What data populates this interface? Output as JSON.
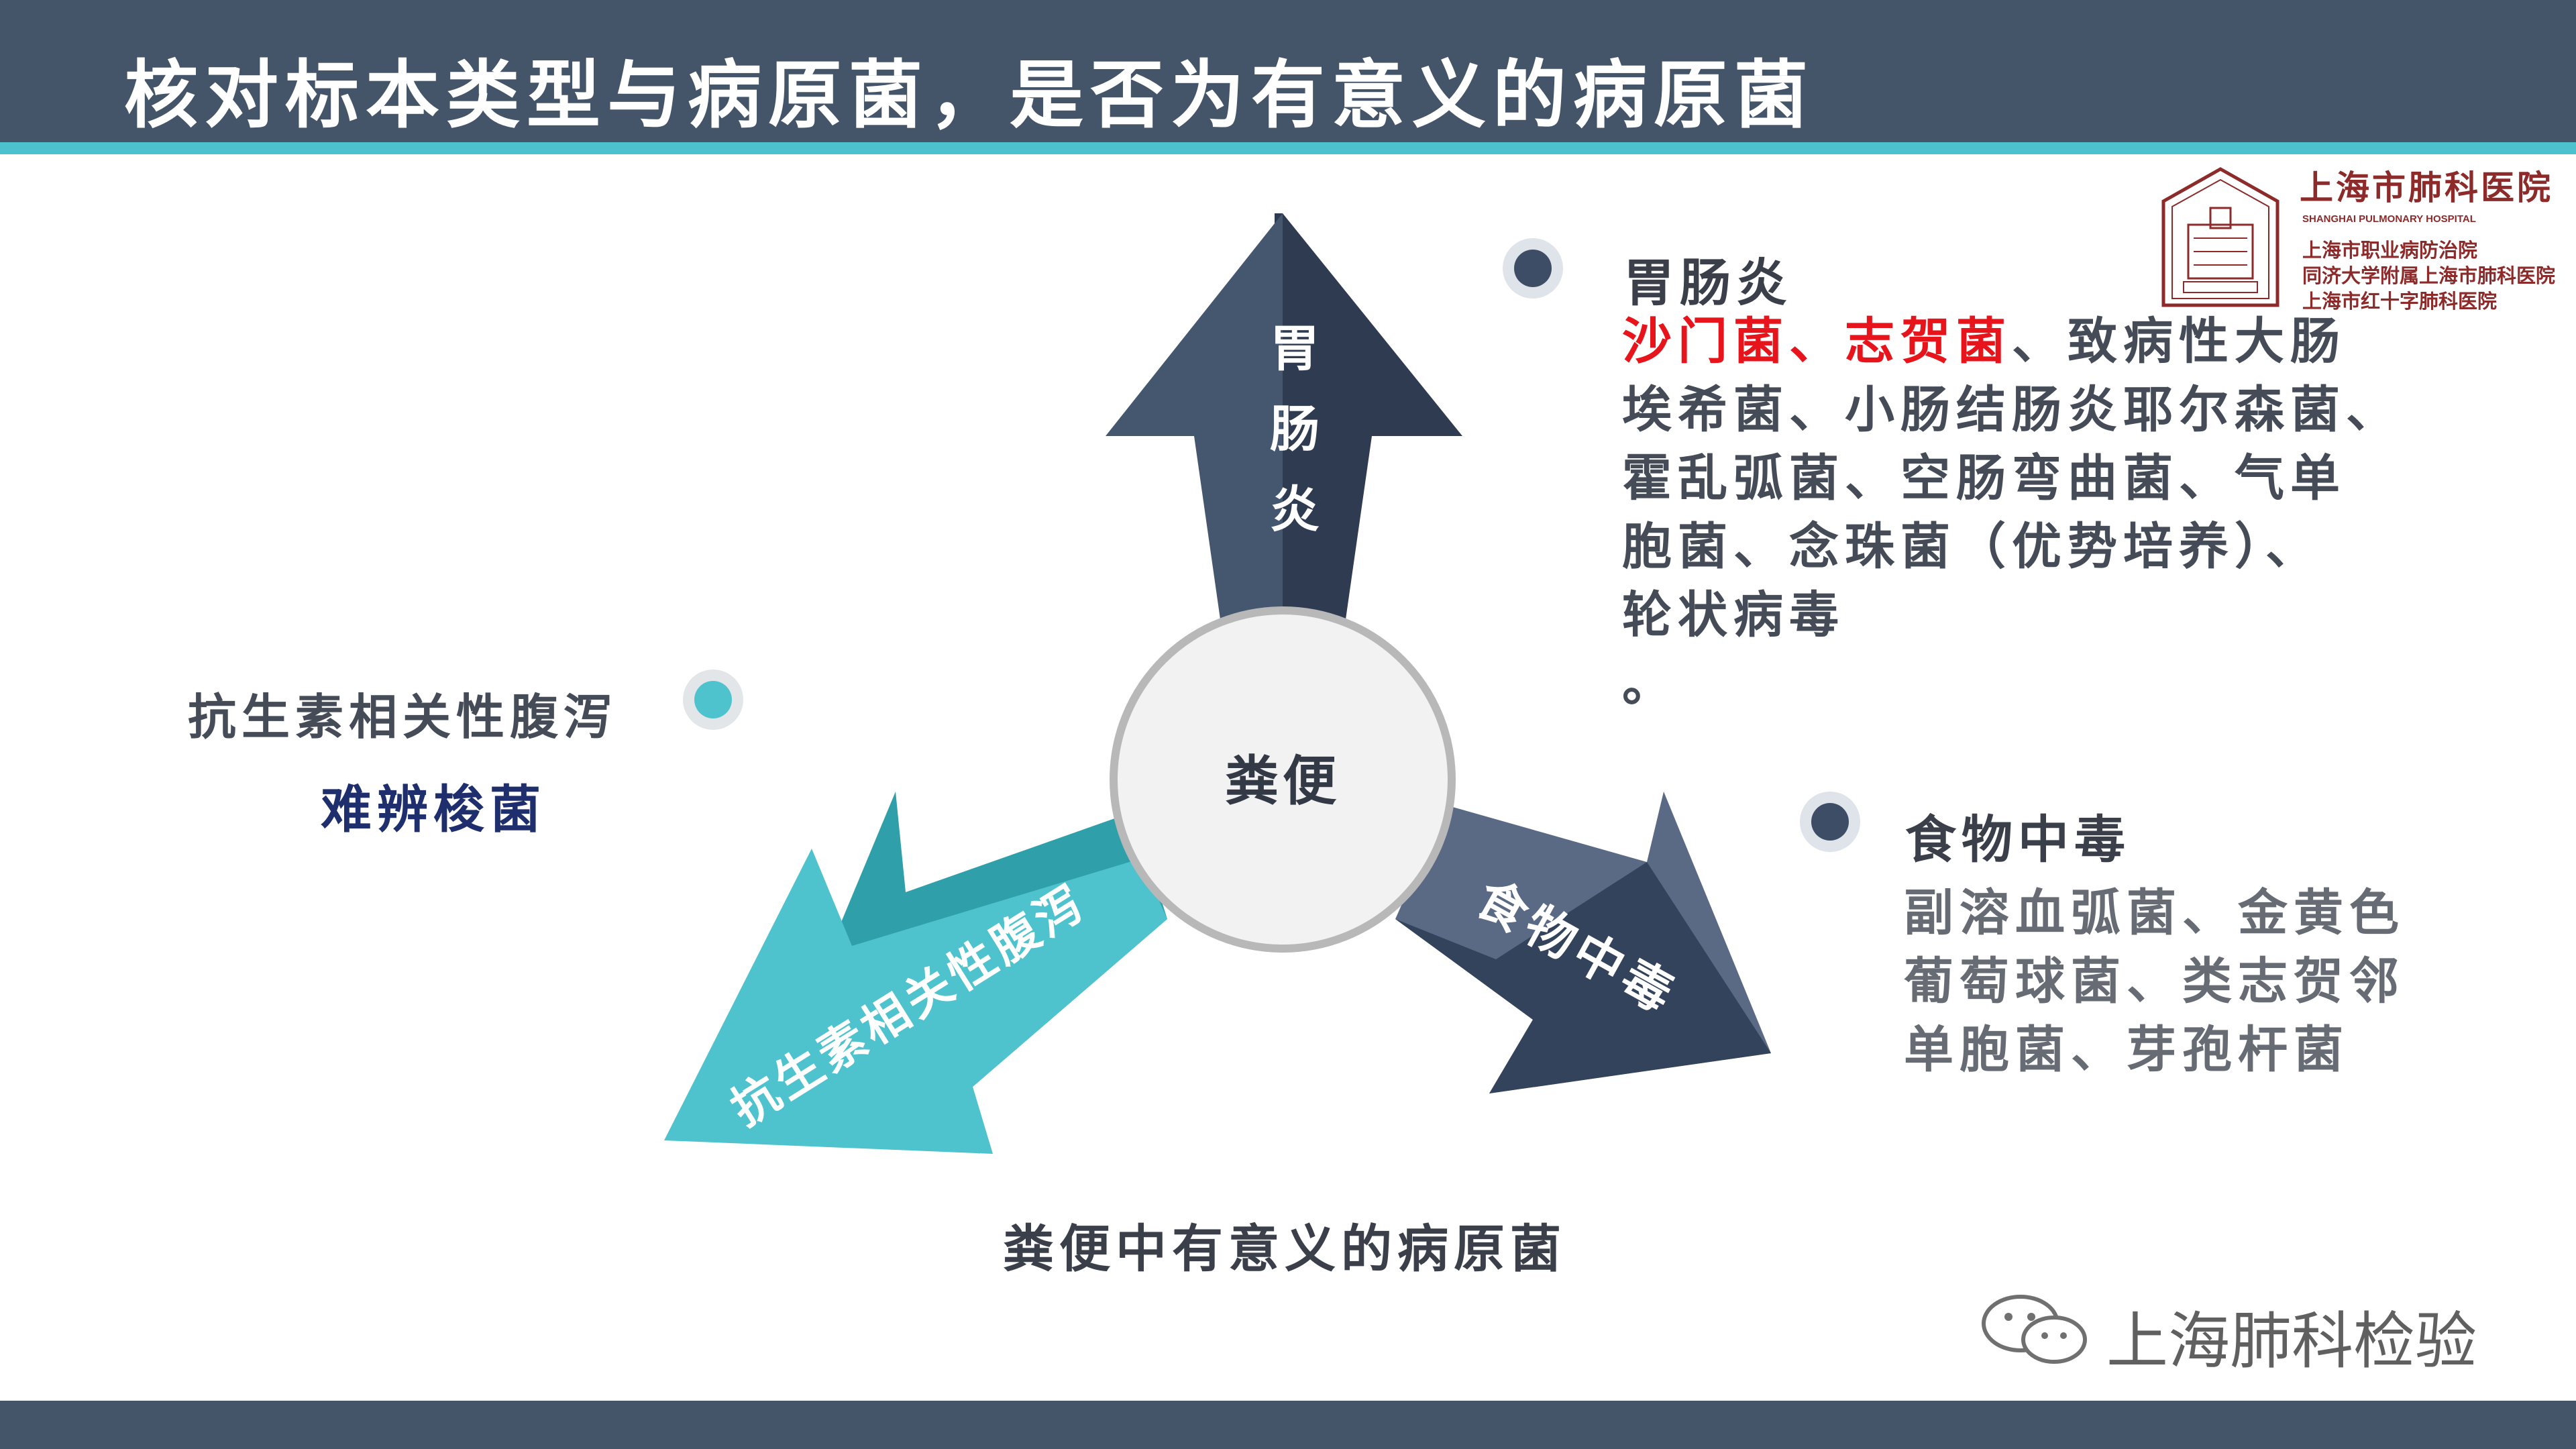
{
  "slide": {
    "title": "核对标本类型与病原菌，是否为有意义的病原菌",
    "caption": "粪便中有意义的病原菌"
  },
  "logo": {
    "name": "上海市肺科医院",
    "english": "SHANGHAI PULMONARY HOSPITAL",
    "sub1": "上海市职业病防治院",
    "sub2": "同济大学附属上海市肺科医院",
    "sub3": "上海市红十字肺科医院"
  },
  "diagram": {
    "center": "粪便",
    "arrow_up_label": [
      "胃",
      "肠",
      "炎"
    ],
    "arrow_right_label": "食物中毒",
    "arrow_left_label": "抗生素相关性腹泻"
  },
  "gastro": {
    "title": "胃肠炎",
    "highlight": "沙门菌、志贺菌",
    "rest_line1": "、致病性大肠",
    "line2": "埃希菌、小肠结肠炎耶尔森菌、",
    "line3": "霍乱弧菌、空肠弯曲菌、气单",
    "line4": "胞菌、念珠菌（优势培养）、",
    "line5": "轮状病毒",
    "line6": "。"
  },
  "food": {
    "title": "食物中毒",
    "line1": "副溶血弧菌、金黄色",
    "line2": "葡萄球菌、类志贺邻",
    "line3": "单胞菌、芽孢杆菌"
  },
  "antibiotic": {
    "title": "抗生素相关性腹泻",
    "pathogen": "难辨梭菌"
  },
  "watermark": {
    "text": "上海肺科检验",
    "icon": "wechat-icon"
  },
  "colors": {
    "header": "#445469",
    "accent": "#4cc2cf",
    "dark_arrow": "#3b4a63",
    "teal_arrow": "#4ec3cd",
    "highlight_red": "#e8141c"
  }
}
